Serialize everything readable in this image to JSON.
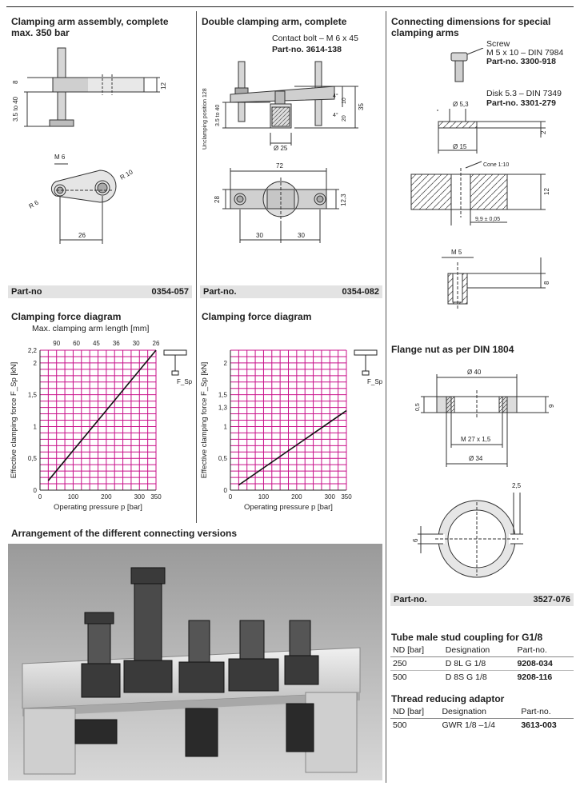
{
  "col1": {
    "title1": "Clamping arm assembly, complete",
    "title2": "max. 350 bar",
    "dims": {
      "d8": "8",
      "d12": "12",
      "d35": "3.5 to 40",
      "m6": "M 6",
      "r6": "R 6",
      "r10": "R 10",
      "d26": "26"
    },
    "partno_label": "Part-no",
    "partno_value": "0354-057",
    "diagram_title": "Clamping force diagram"
  },
  "col2": {
    "title": "Double clamping arm, complete",
    "contact": "Contact bolt  –  M 6 x 45",
    "partno_line": "Part-no. 3614-138",
    "dims": {
      "unclamp": "Unclamping position 128",
      "d35": "3.5 to 40",
      "d25": "Ø 25",
      "a4a": "4°",
      "a4b": "4°",
      "d10": "10",
      "d20": "20",
      "d35b": "35",
      "d72": "72",
      "d28": "28",
      "d123": "12,3",
      "d30a": "30",
      "d30b": "30"
    },
    "partno_label": "Part-no.",
    "partno_value": "0354-082",
    "diagram_title": "Clamping force diagram"
  },
  "col3": {
    "title1": "Connecting dimensions for special",
    "title2": "clamping arms",
    "screw": "Screw",
    "screw_spec": "M 5 x 10 – DIN 7984",
    "screw_part": "Part-no. 3300-918",
    "disk": "Disk 5.3 – DIN 7349",
    "disk_part": "Part-no. 3301-279",
    "dims": {
      "d53": "Ø 5,3",
      "d2": "2",
      "d15": "Ø 15",
      "cone": "Cone 1:10",
      "d12": "12",
      "d99": "9,9 ± 0,05",
      "m5": "M 5",
      "d8": "8"
    },
    "flange_title": "Flange nut as per DIN 1804",
    "flange_dims": {
      "d40": "Ø 40",
      "d05": "0,5",
      "d9": "9",
      "m27": "M 27 x 1,5",
      "d34": "Ø 34",
      "d25": "2,5",
      "d6": "6"
    },
    "partno_label": "Part-no.",
    "partno_value": "3527-076",
    "tube_title": "Tube male stud coupling for G1/8",
    "tube_headers": [
      "ND [bar]",
      "Designation",
      "Part-no."
    ],
    "tube_rows": [
      [
        "250",
        "D 8L G 1/8",
        "9208-034"
      ],
      [
        "500",
        "D 8S G 1/8",
        "9208-116"
      ]
    ],
    "adaptor_title": "Thread reducing adaptor",
    "adaptor_headers": [
      "ND [bar]",
      "Designation",
      "Part-no."
    ],
    "adaptor_rows": [
      [
        "500",
        "GWR 1/8 –1/4",
        "3613-003"
      ]
    ]
  },
  "arrangement_title": "Arrangement of the different connecting versions",
  "chart_data": [
    {
      "type": "line",
      "title": "Clamping force diagram",
      "top_axis_label": "Max. clamping arm length [mm]",
      "top_ticks": [
        "90",
        "60",
        "45",
        "36",
        "30",
        "26"
      ],
      "xlabel": "Operating pressure p [bar]",
      "ylabel": "Effective clamping force F_Sp [kN]",
      "xlim": [
        0,
        350
      ],
      "ylim": [
        0,
        2.2
      ],
      "xticks": [
        0,
        100,
        200,
        300,
        350
      ],
      "yticks": [
        "0",
        "0,5",
        "1",
        "1,5",
        "2",
        "2,2"
      ],
      "grid": true,
      "line_color": "#c8108a",
      "series": [
        {
          "values": [
            [
              25,
              0.15
            ],
            [
              350,
              2.2
            ]
          ]
        }
      ],
      "symbol_label": "F_Sp"
    },
    {
      "type": "line",
      "title": "Clamping force diagram",
      "xlabel": "Operating pressure p [bar]",
      "ylabel": "Effective clamping force F_Sp [kN]",
      "xlim": [
        0,
        350
      ],
      "ylim": [
        0,
        2.2
      ],
      "xticks": [
        0,
        100,
        200,
        300,
        350
      ],
      "yticks": [
        "0",
        "0,5",
        "1",
        "1,3",
        "1,5",
        "2"
      ],
      "grid": true,
      "line_color": "#c8108a",
      "series": [
        {
          "values": [
            [
              25,
              0.08
            ],
            [
              350,
              1.25
            ]
          ]
        }
      ],
      "symbol_label": "F_Sp"
    }
  ]
}
